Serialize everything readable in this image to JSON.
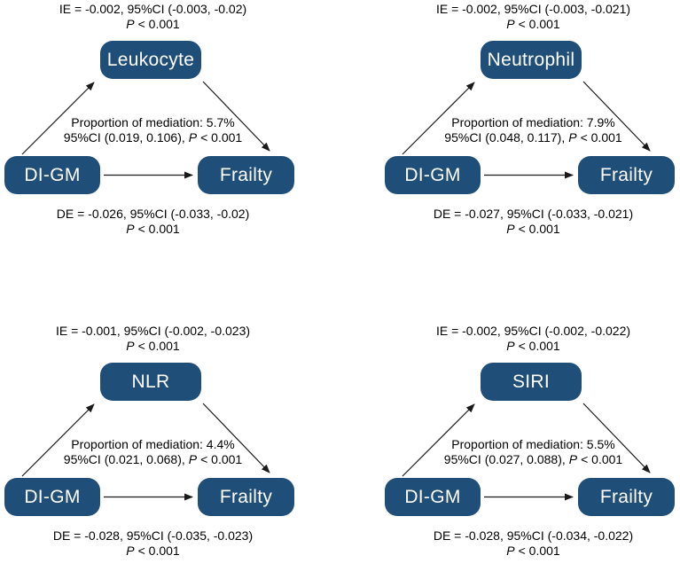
{
  "labels": {
    "p_symbol": "P"
  },
  "colors": {
    "node_fill": "#1f4e79",
    "node_text": "#ffffff",
    "annotation_text": "#000000",
    "arrow": "#1a1a1a"
  },
  "panels": [
    {
      "mediator": "Leukocyte",
      "exposure": "DI-GM",
      "outcome": "Frailty",
      "ie_text": "IE = -0.002, 95%CI (-0.003, -0.02)",
      "ie_p": "< 0.001",
      "prop_text": "Proportion of mediation: 5.7%",
      "prop_ci": "95%CI (0.019, 0.106),",
      "prop_p": "< 0.001",
      "de_text": "DE = -0.026, 95%CI (-0.033, -0.02)",
      "de_p": "< 0.001"
    },
    {
      "mediator": "Neutrophil",
      "exposure": "DI-GM",
      "outcome": "Frailty",
      "ie_text": "IE = -0.002, 95%CI (-0.003, -0.021)",
      "ie_p": "< 0.001",
      "prop_text": "Proportion of mediation: 7.9%",
      "prop_ci": "95%CI (0.048, 0.117),",
      "prop_p": "< 0.001",
      "de_text": "DE = -0.027, 95%CI (-0.033, -0.021)",
      "de_p": "< 0.001"
    },
    {
      "mediator": "NLR",
      "exposure": "DI-GM",
      "outcome": "Frailty",
      "ie_text": "IE = -0.001, 95%CI (-0.002, -0.023)",
      "ie_p": "< 0.001",
      "prop_text": "Proportion of mediation: 4.4%",
      "prop_ci": "95%CI (0.021, 0.068),",
      "prop_p": "< 0.001",
      "de_text": "DE = -0.028, 95%CI (-0.035, -0.023)",
      "de_p": "< 0.001"
    },
    {
      "mediator": "SIRI",
      "exposure": "DI-GM",
      "outcome": "Frailty",
      "ie_text": "IE = -0.002, 95%CI (-0.002, -0.022)",
      "ie_p": "< 0.001",
      "prop_text": "Proportion of mediation: 5.5%",
      "prop_ci": "95%CI (0.027, 0.088),",
      "prop_p": "< 0.001",
      "de_text": "DE = -0.028, 95%CI (-0.034, -0.022)",
      "de_p": "< 0.001"
    }
  ]
}
